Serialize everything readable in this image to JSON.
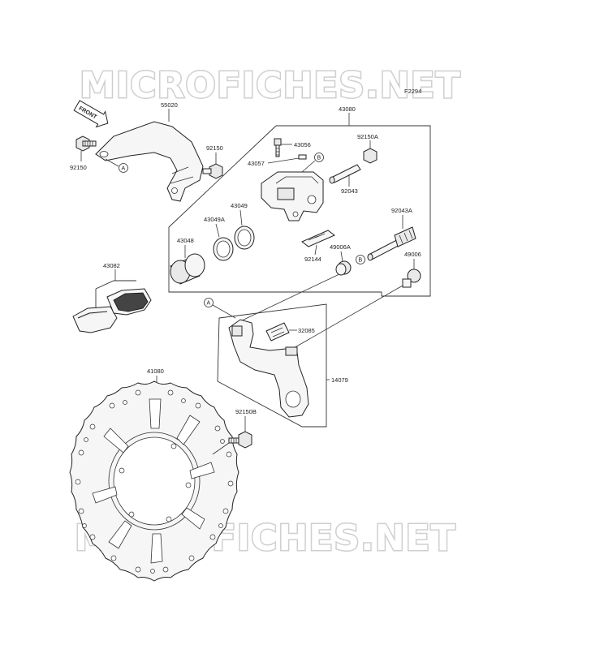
{
  "diagram": {
    "code": "F2294",
    "watermark": "MICROFICHES.NET",
    "front_label": "FRONT",
    "ref_a": "A",
    "ref_b": "B",
    "parts": {
      "p55020": "55020",
      "p43080": "43080",
      "p92150_left": "92150",
      "p92150_right": "92150",
      "p43056": "43056",
      "p92150A": "92150A",
      "p43057": "43057",
      "p92043": "92043",
      "p43049A": "43049A",
      "p43049": "43049",
      "p92043A": "92043A",
      "p43048": "43048",
      "p49006A": "49006A",
      "p92144": "92144",
      "p49006": "49006",
      "p43082": "43082",
      "p32085": "32085",
      "p41080": "41080",
      "p14079": "14079",
      "p92150B": "92150B"
    }
  }
}
